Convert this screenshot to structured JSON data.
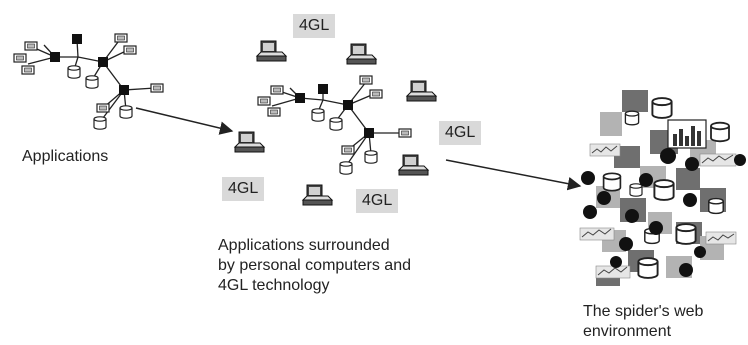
{
  "captions": {
    "applications": "Applications",
    "surrounded": "Applications surrounded\nby personal computers and\n4GL technology",
    "spider_web": "The spider's web\nenvironment"
  },
  "labels": {
    "tag_1": "4GL",
    "tag_2": "4GL",
    "tag_3": "4GL",
    "tag_4": "4GL"
  },
  "colors": {
    "ink": "#222222",
    "tag_background": "#d9d9d9",
    "tile_dark": "#6f6f6f",
    "tile_light": "#b3b3b3"
  },
  "icons": [
    "database-icon",
    "terminal-icon",
    "hub-node-icon",
    "personal-computer-icon",
    "bar-chart-icon",
    "trend-line-icon"
  ]
}
